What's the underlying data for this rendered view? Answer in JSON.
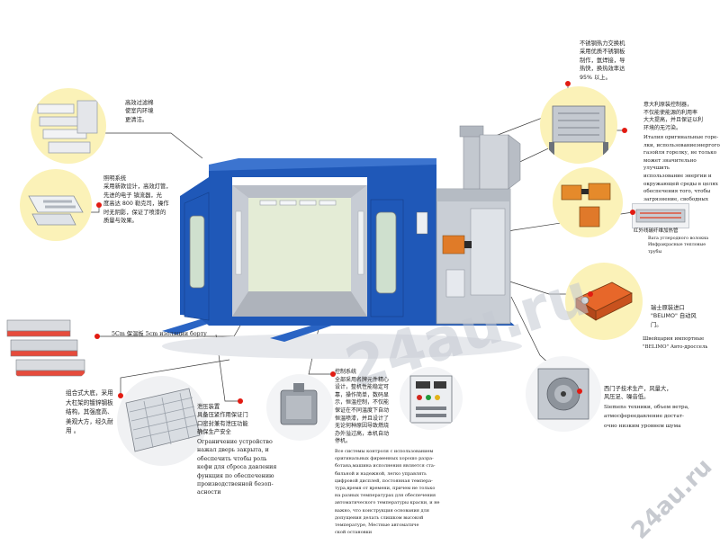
{
  "labels": {
    "filter_zh": "高效过滤棉\n使室内环境\n更清洁。",
    "lighting_zh": "照明系统\n采用新款设计，高效灯管，\n先进的电子 镇流器，光\n度高达 800 勒克司，操作\n时无阴影，保证了喷漆的\n质量与效果。",
    "insulation_line": "5Cm 保温板  5cm  изоляции  борту",
    "base_zh": "组合式大底，采用\n大杠架的镀锌钢板\n结构，其强度高、\n美观大方，经久耐\n用 。",
    "pressure_zh": "泄压装置\n具备压紧作用保证门\n口密封兼有泄压功能\n确保生产安全",
    "pressure_ru": "Ограничение устройство\nнажал дверь закрыта, и\nобеспечить чтобы роль\nкефи для сброса давления\nфункция по обеспечению\nпроизводственной безоп-\nасности",
    "control_zh": "控制系统\n全部采用名牌元件精心\n设计，整机性能稳定可\n靠，操作简单，数码显\n示，恒温控制，不仅能\n保证在不同温度下自动\n恒温喷漆，并且设计了\n无论何种原因导致燃烧\n办外溢过高，本机自动\n停机。",
    "control_ru": "Все системы контроля с использованием\nоригинальных фирменных хорошо разра-\nботана,машина исполнения является ста-\nбильной и надежной, легко управлять\nцифровой дисплей, постоянная темпера-\nтура,время от времени, причем не только\nна разных температурах для обеспечения\nавтоматического температуры краски, и не\nважно, что конструкция основания для\nдопущения делать слишком высокой\nтемпературе, Местные автоматиче\nской остановки",
    "exchanger_zh": "不锈钢热力交换机\n采用优质不锈钢板\n制作，氩焊接，导\n热快，换热效率达\n95% 以上。",
    "burner_zh": "意大利原装控制器，\n不仅能使能源的利用率\n大大提高，并且保证以利\n环境的无污染。",
    "burner_ru": "Италия оригинальные горе-\nлки, использованиеэнергого\nгазойля горелку, не только\nможет значительно улучшить\nиспользование энергии и\nокружающей среды в целях\nобеспечения того, чтобы\nзагрязнение, свободных",
    "infrared_zh": "红外线碳纤维加热管",
    "infrared_ru": "Вата углеродного волокна\nИнфракрасные тепловые\nтрубы",
    "damper_zh": "瑞士原装进口\n\"BELIMO\" 自动风\n门。",
    "damper_ru": "Швейцария импортные\n\"BELIMO\" Авто-дроссель",
    "fan_zh": "西门子技术生产，风量大，\n风压足、噪音低。",
    "fan_ru": "Siemens техники, объем ветра,\nатмосфереедавление достат-\nочно низким уровнем шума"
  },
  "watermarks": {
    "center": "24au.ru",
    "corner": "24au.ru"
  },
  "colors": {
    "booth_blue": "#1f58b8",
    "booth_blue_dark": "#143f8a",
    "ramp_blue": "#2a64c4",
    "steel": "#c9ced5",
    "circle_bg": "#fbf2b8",
    "dot_red": "#e21b12",
    "leader_line": "#3a3a3a"
  },
  "icons": {
    "filter": "filter-pads-icon",
    "lighting": "light-fixture-icon",
    "panel": "insulation-panel-icon",
    "grate": "floor-grate-icon",
    "valve": "pressure-valve-icon",
    "control": "control-panel-icon",
    "exchanger": "heat-exchanger-icon",
    "burner": "burner-icon",
    "heater": "infrared-heater-icon",
    "damper": "damper-actuator-icon",
    "fan": "blower-fan-icon"
  }
}
